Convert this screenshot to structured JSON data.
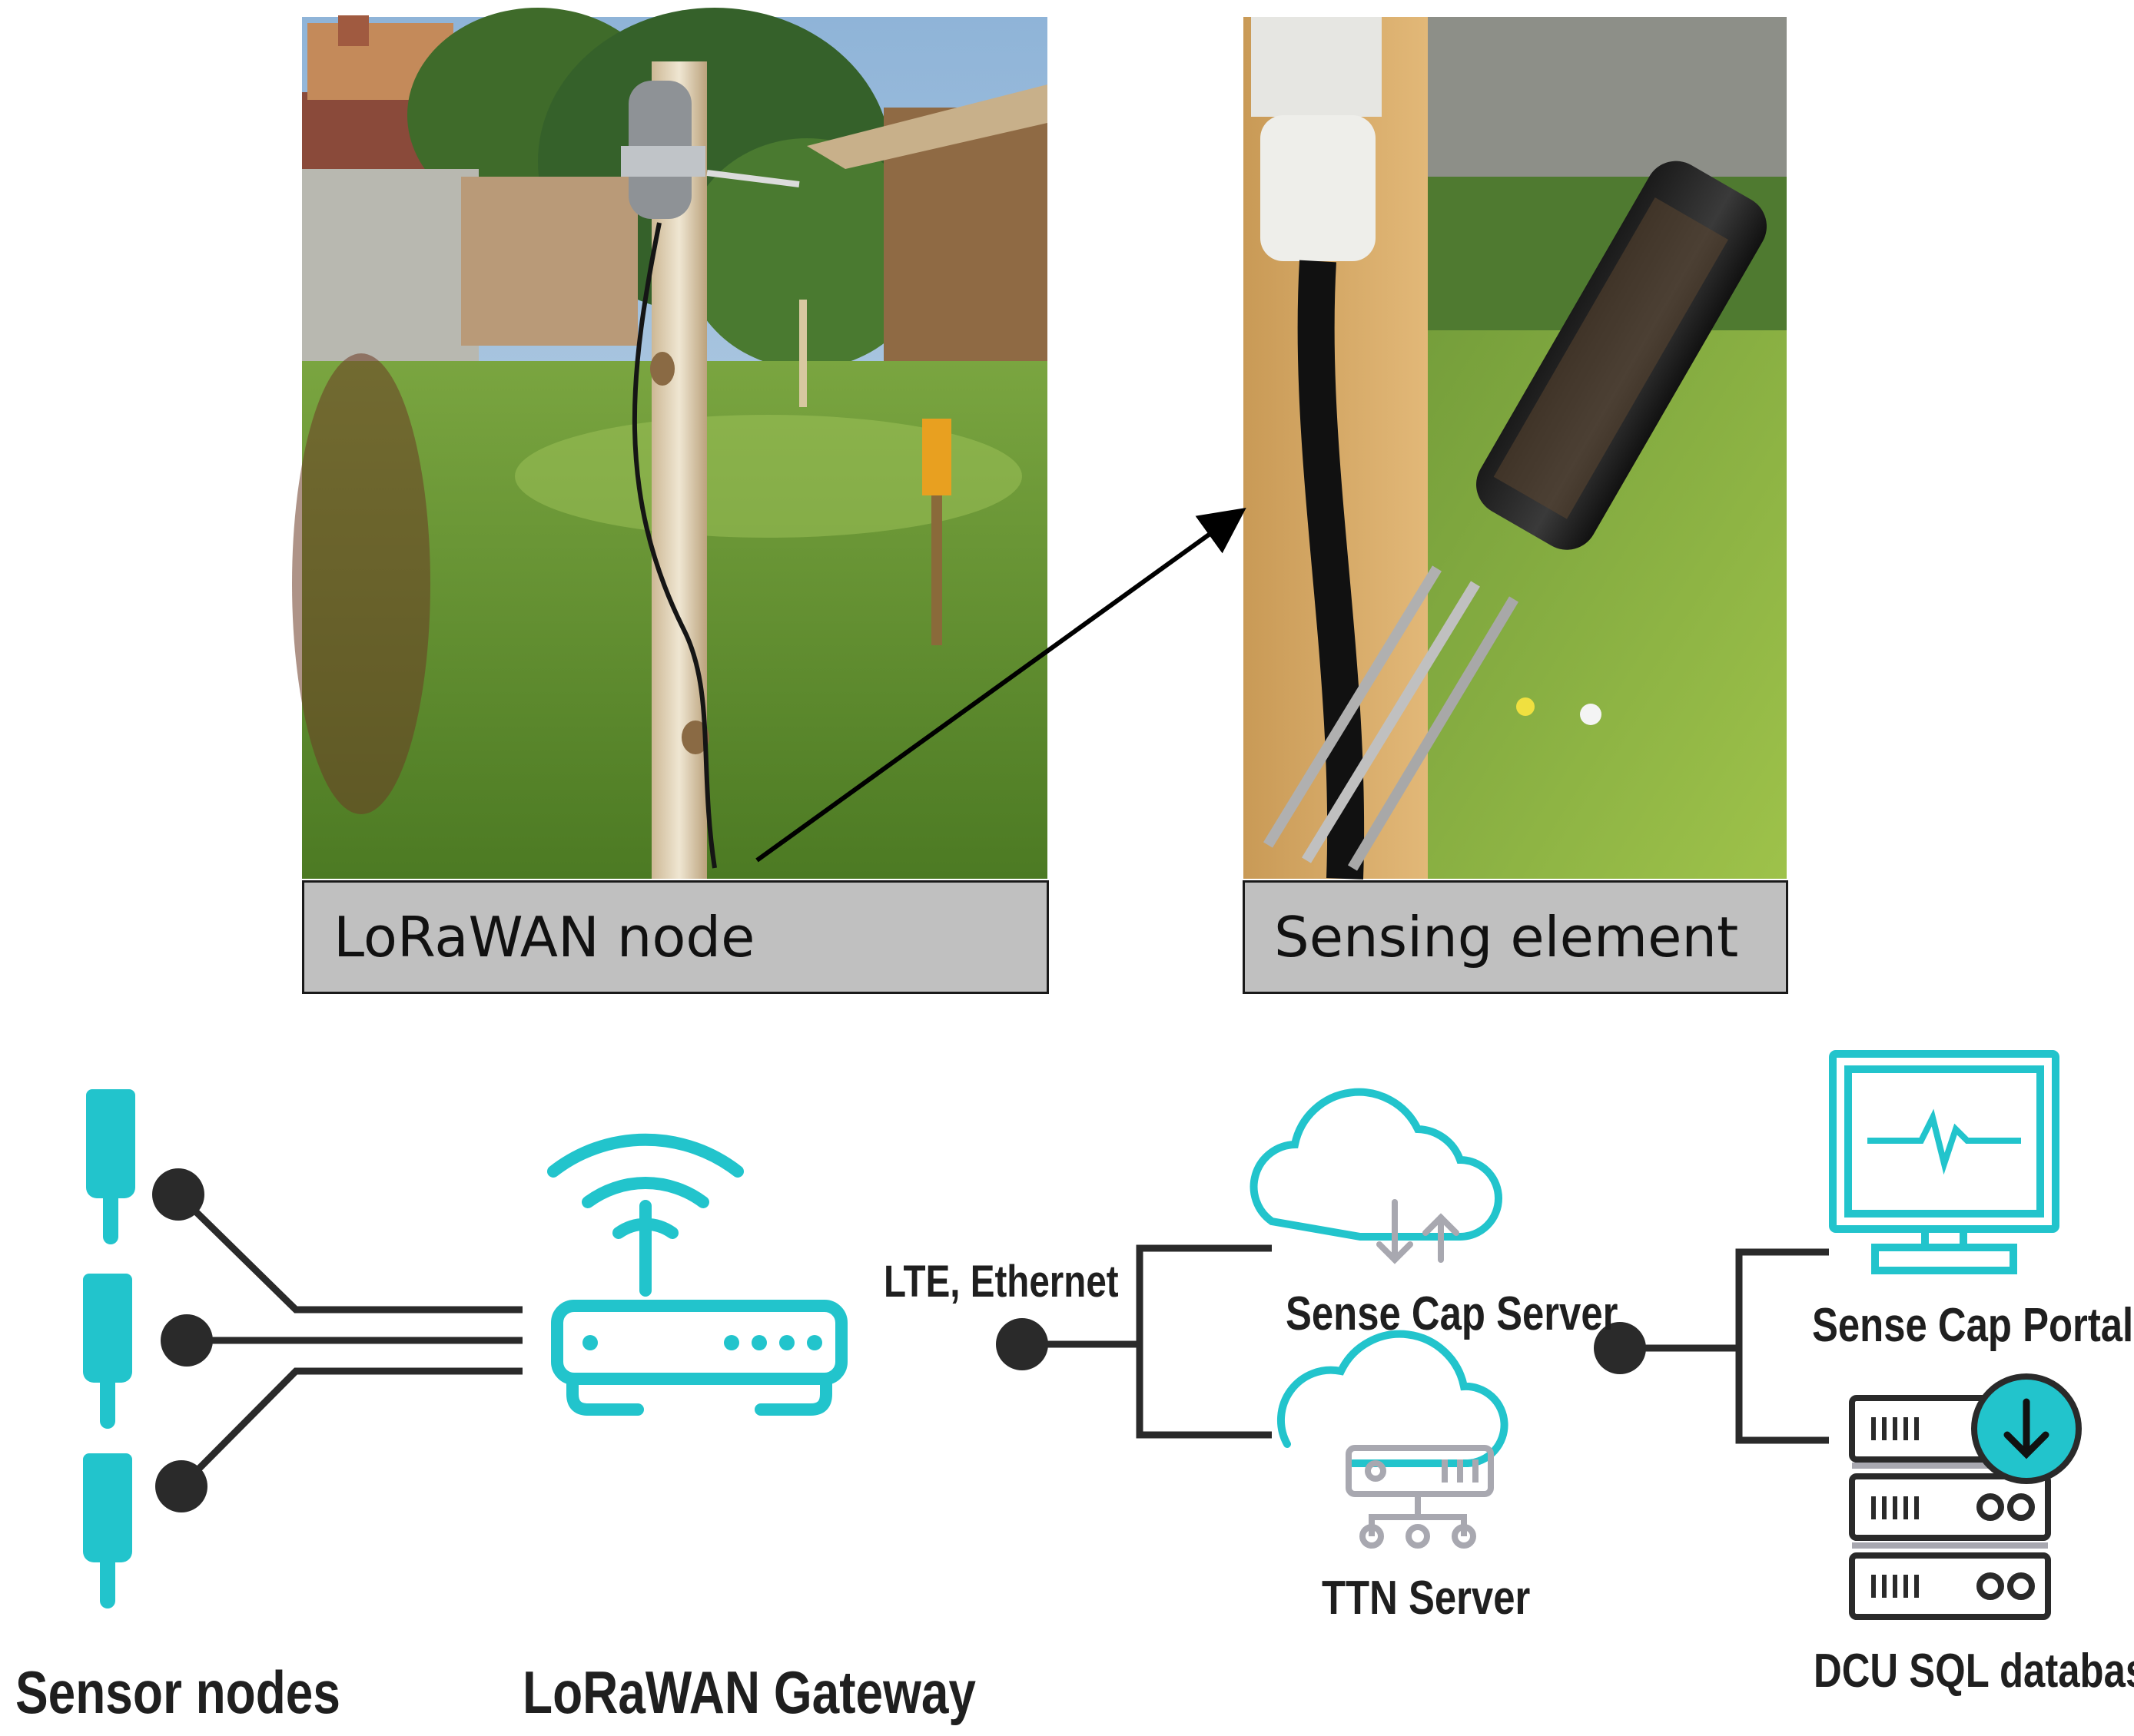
{
  "photos": {
    "left_caption": "LoRaWAN node",
    "right_caption": "Sensing element"
  },
  "network": {
    "sensor_nodes": "Sensor nodes",
    "gateway": "LoRaWAN Gateway",
    "link": "LTE, Ethernet",
    "sense_cap_server": "Sense Cap Server",
    "ttn_server": "TTN Server",
    "sense_cap_portal": "Sense Cap Portal",
    "database": "DCU SQL database"
  },
  "colors": {
    "accent": "#22c4cc",
    "dark": "#2a2a2a",
    "grey_icon": "#a8a8b0",
    "caption_bg": "#c0c0c0"
  }
}
